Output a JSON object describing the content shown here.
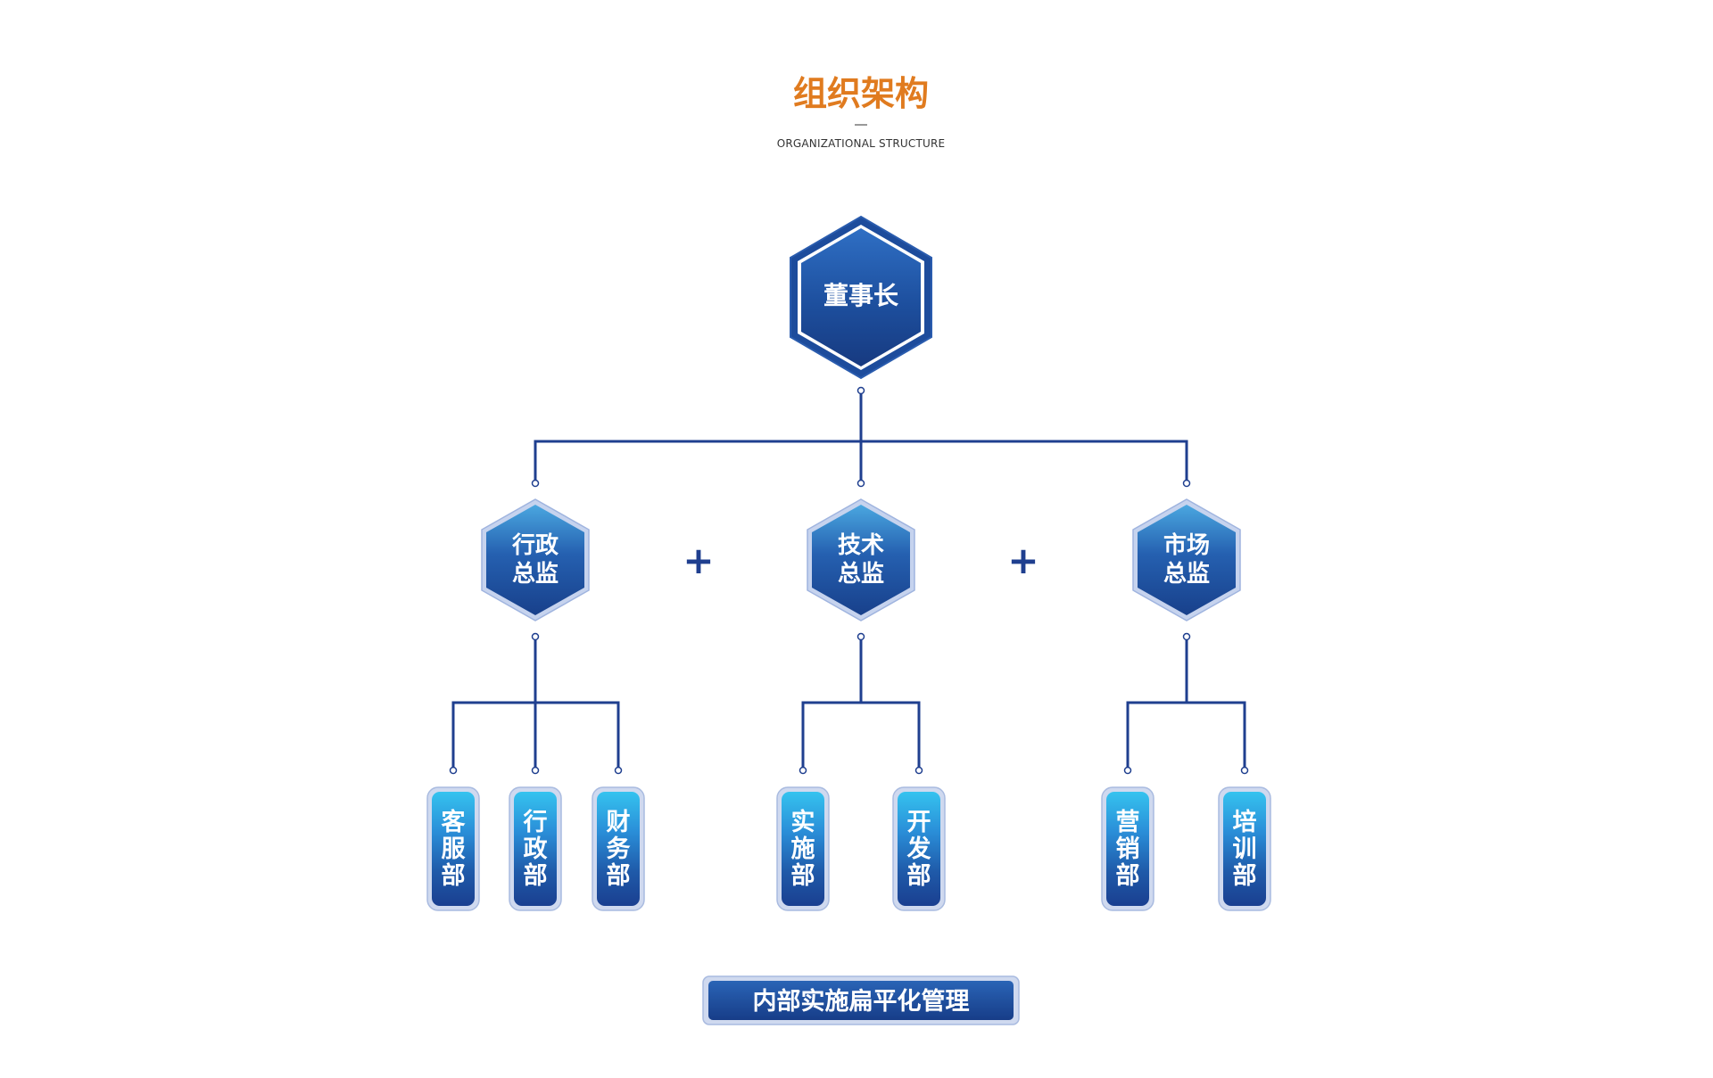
{
  "header": {
    "title": "组织架构",
    "subtitle": "ORGANIZATIONAL STRUCTURE"
  },
  "chairman": {
    "label": "董事长"
  },
  "directors": [
    {
      "line1": "行政",
      "line2": "总监",
      "departments": [
        {
          "chars": [
            "客",
            "服",
            "部"
          ]
        },
        {
          "chars": [
            "行",
            "政",
            "部"
          ]
        },
        {
          "chars": [
            "财",
            "务",
            "部"
          ]
        }
      ]
    },
    {
      "line1": "技术",
      "line2": "总监",
      "departments": [
        {
          "chars": [
            "实",
            "施",
            "部"
          ]
        },
        {
          "chars": [
            "开",
            "发",
            "部"
          ]
        }
      ]
    },
    {
      "line1": "市场",
      "line2": "总监",
      "departments": [
        {
          "chars": [
            "营",
            "销",
            "部"
          ]
        },
        {
          "chars": [
            "培",
            "训",
            "部"
          ]
        }
      ]
    }
  ],
  "separators": [
    "+",
    "+"
  ],
  "footer": {
    "label": "内部实施扁平化管理"
  },
  "colors": {
    "title": "#e07b1f",
    "subtitle": "#333333",
    "line": "#1f3f8f",
    "node_dark": "#1a3f8c",
    "node_light": "#2b64b8",
    "border_light": "#aebfe3",
    "dept_top": "#36c2ee",
    "dept_bottom": "#1a3f90",
    "footer_bg": "#1e4a9c"
  }
}
